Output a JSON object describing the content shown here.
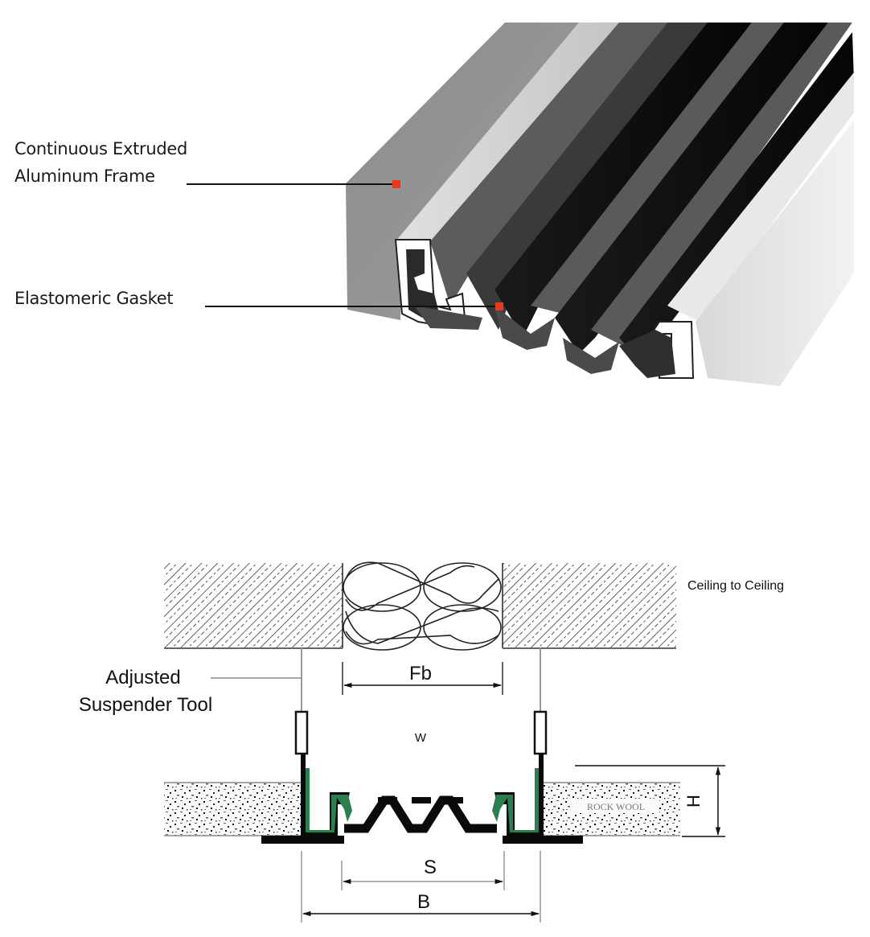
{
  "product_render": {
    "callouts": [
      {
        "id": "frame",
        "lines": [
          "Continuous Extruded",
          "Aluminum Frame"
        ],
        "marker_color": "#e8391e"
      },
      {
        "id": "gasket",
        "lines": [
          "Elastomeric Gasket"
        ],
        "marker_color": "#e8391e"
      }
    ]
  },
  "section_drawing": {
    "application_label": "Ceiling to Ceiling",
    "suspender_label": [
      "Adjusted",
      "Suspender Tool"
    ],
    "insulation_label": "ROCK WOOL",
    "dimensions": {
      "fire_barrier": "Fb",
      "width": "W",
      "seal": "S",
      "base": "B",
      "height": "H"
    },
    "colors": {
      "frame_green": "#2e7d4f",
      "gasket_black": "#0a0a0a",
      "dimension_gray": "#9a9a9a"
    }
  }
}
